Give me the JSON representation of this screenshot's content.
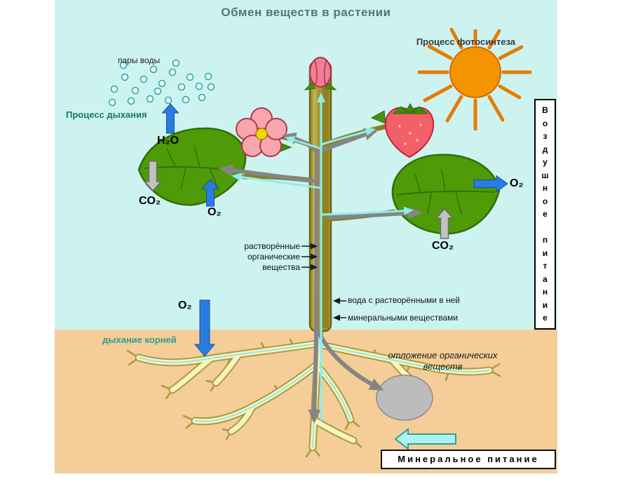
{
  "title": "Обмен веществ в растении",
  "labels": {
    "photosynthesis": "Процесс фотосинтеза",
    "vapor": "пары воды",
    "breathing": "Процесс дыхания",
    "root_breathing": "дыхание корней",
    "organic_deposit": "отложение органических\nвеществ",
    "dissolved_organic": "растворённые\nорганические\nвещества",
    "water_minerals": "вода с растворёнными в ней\nминеральными веществами",
    "air_nutrition": "Воздушное питание",
    "air_nutrition_vertical": "В\nо\nз\nд\nу\nш\nн\nо\nе\n\nп\nи\nт\nа\nн\nи\nе",
    "mineral_nutrition": "Минеральное питание"
  },
  "molecules": {
    "h2o": "H₂O",
    "co2": "CO₂",
    "o2": "O₂"
  },
  "colors": {
    "sky": "#cdf3f1",
    "soil": "#f4cd98",
    "leaf_green": "#4f9a07",
    "stem_olive": "#a59636",
    "root_yellow": "#f8f4c2",
    "sun_orange": "#f59300",
    "arrow_blue": "#2a7de0",
    "arrow_gray": "#c2c2c2",
    "flow_gray": "#858585",
    "flow_cyan": "#8deeea",
    "flower_pink": "#f7a6ae",
    "berry_red": "#f3606a",
    "storage_gray": "#bcbcbc"
  }
}
